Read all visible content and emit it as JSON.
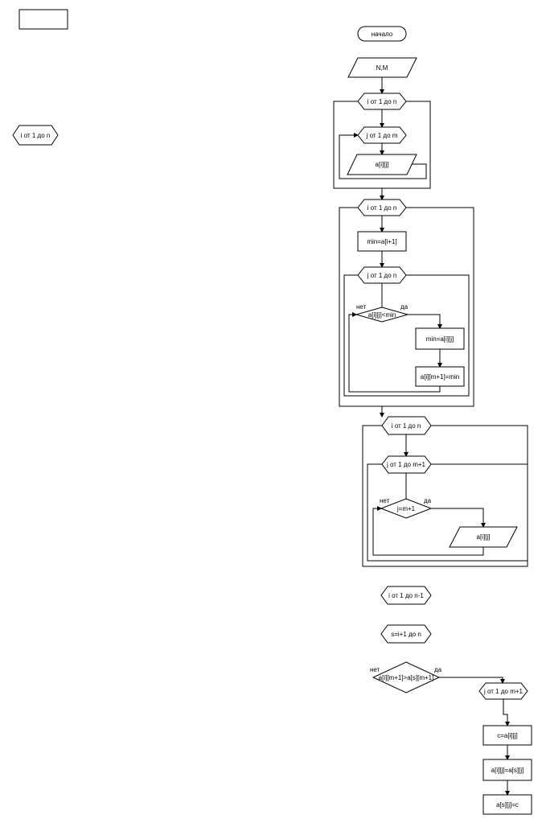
{
  "flowchart": {
    "start": "начало",
    "input": "N,M",
    "loop_i_1": "i от 1 до n",
    "loop_j_1": "j от 1 до m",
    "input_a": "a[i][j]",
    "loop_i_2": "i от 1 до n",
    "min_init": "min=a[i+1]",
    "loop_j_2": "j от 1 до n",
    "cond_min": "a[i][j]<min",
    "min_assign": "min=a[i][j]",
    "store_min": "a[i][m+1]=min",
    "loop_i_3": "i от 1 до n",
    "loop_j_3": "j от 1 до m+1",
    "cond_j": "j=m+1",
    "output_a": "a[i][j]",
    "loop_i_4": "i от 1 до n-1",
    "loop_s": "s=i+1 до n",
    "cond_swap": "a[i][m+1]>a[s][m+1]",
    "loop_j_4": "j от 1 до m+1",
    "swap_1": "c=a[i][j]",
    "swap_2": "a[i][j]=a[s][j]",
    "swap_3": "a[s][j]=c",
    "legend_loop": "i от 1 до n",
    "no_label": "нет",
    "yes_label": "да"
  }
}
